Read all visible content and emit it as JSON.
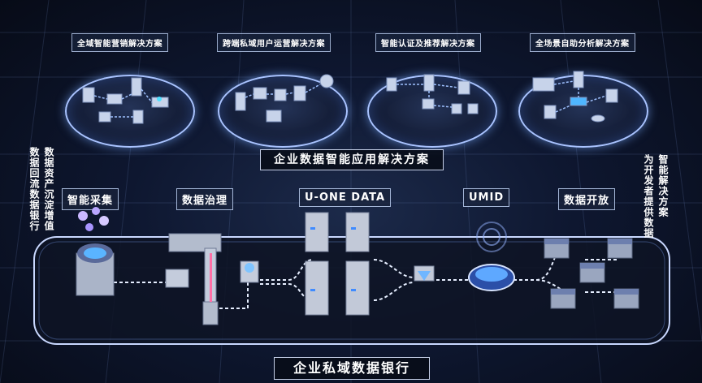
{
  "solutions": [
    {
      "label": "全域智能营销解决方案"
    },
    {
      "label": "跨端私域用户运营解决方案"
    },
    {
      "label": "智能认证及推荐解决方案"
    },
    {
      "label": "全场景自助分析解决方案"
    }
  ],
  "application_title": "企业数据智能应用解决方案",
  "left_side": {
    "col1": "数据资产沉淀增值",
    "col2": "数据回流数据银行"
  },
  "right_side": {
    "col1": "智能解决方案",
    "col2": "为开发者提供数据"
  },
  "stages": [
    {
      "label": "智能采集"
    },
    {
      "label": "数据治理"
    },
    {
      "label": "U-ONE DATA"
    },
    {
      "label": "UMID"
    },
    {
      "label": "数据开放"
    }
  ],
  "bank_title": "企业私域数据银行",
  "colors": {
    "accent": "#7fb2ff",
    "background": "#0b1020",
    "glow": "#4fa3ff",
    "pink": "#ff6fa6"
  }
}
